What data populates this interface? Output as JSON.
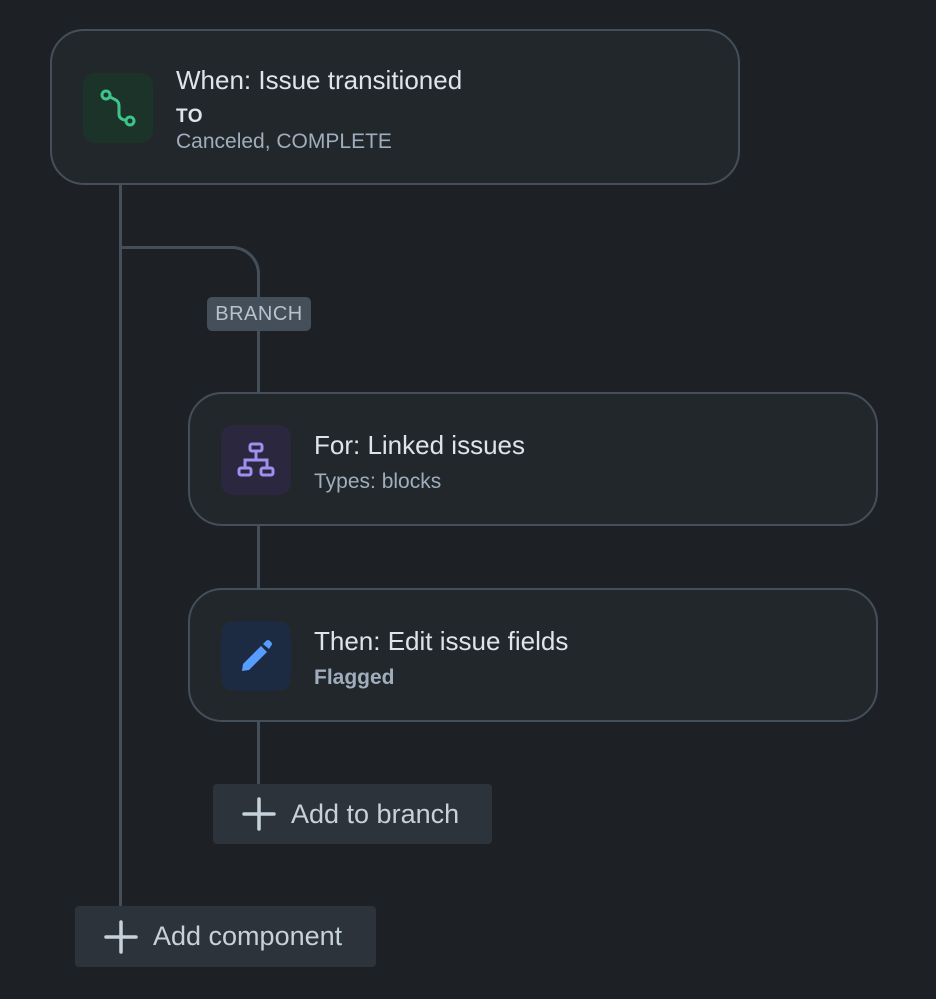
{
  "trigger": {
    "title": "When: Issue transitioned",
    "label": "TO",
    "detail": "Canceled, COMPLETE",
    "icon": "transition-icon",
    "icon_color": "#3ec48a"
  },
  "branch": {
    "badge": "BRANCH",
    "for_card": {
      "title": "For: Linked issues",
      "detail": "Types: blocks",
      "icon": "hierarchy-icon",
      "icon_color": "#9f8fef"
    },
    "action_card": {
      "title": "Then: Edit issue fields",
      "detail": "Flagged",
      "icon": "pencil-icon",
      "icon_color": "#579dff"
    },
    "add_label": "Add to branch"
  },
  "add_component_label": "Add component",
  "colors": {
    "background": "#1d2125",
    "card": "#22272b",
    "border": "#454f59",
    "button": "#2c333a"
  }
}
